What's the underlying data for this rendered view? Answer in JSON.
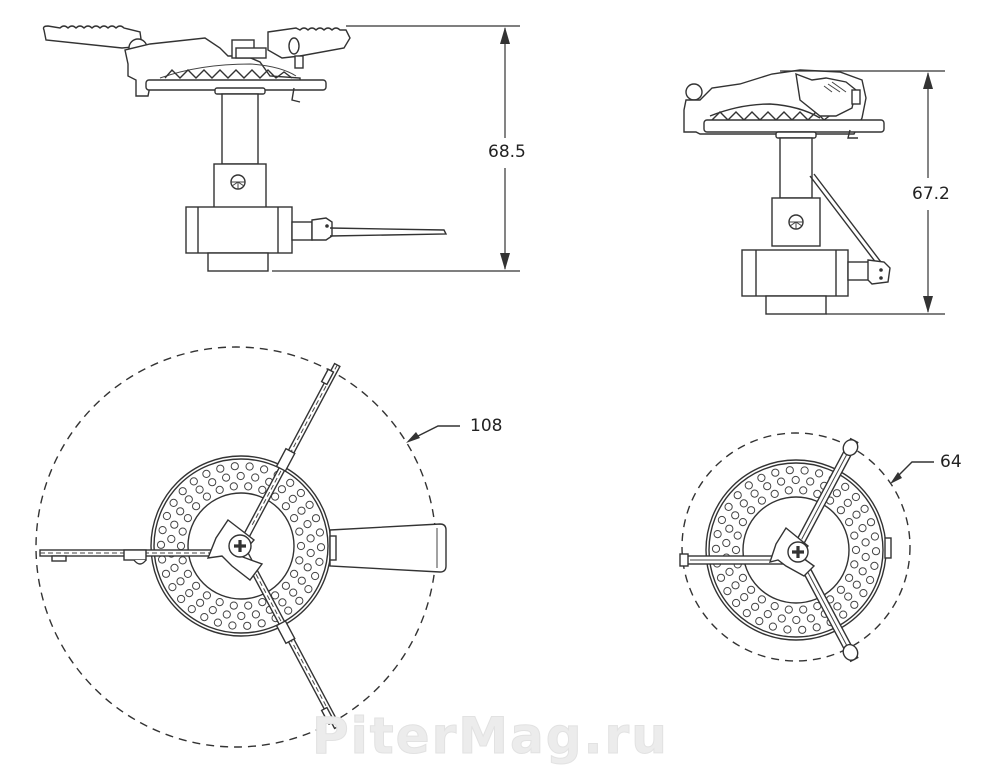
{
  "drawing": {
    "subject": "Folding gas stove technical drawing",
    "views": [
      {
        "id": "side-view-large",
        "type": "side-elevation",
        "dimension_label": "68.5",
        "dimension_kind": "height"
      },
      {
        "id": "side-view-small",
        "type": "side-elevation",
        "dimension_label": "67.2",
        "dimension_kind": "height"
      },
      {
        "id": "top-view-large",
        "type": "plan",
        "dimension_label": "108",
        "dimension_kind": "pot-support diameter"
      },
      {
        "id": "top-view-small",
        "type": "plan",
        "dimension_label": "64",
        "dimension_kind": "pot-support diameter"
      }
    ]
  },
  "labels": {
    "height_large": "68.5",
    "height_small": "67.2",
    "diameter_large": "108",
    "diameter_small": "64"
  },
  "watermark": {
    "text": "PiterMag.ru"
  },
  "colors": {
    "line": "#333333",
    "background": "#ffffff",
    "watermark": "#ececec"
  }
}
